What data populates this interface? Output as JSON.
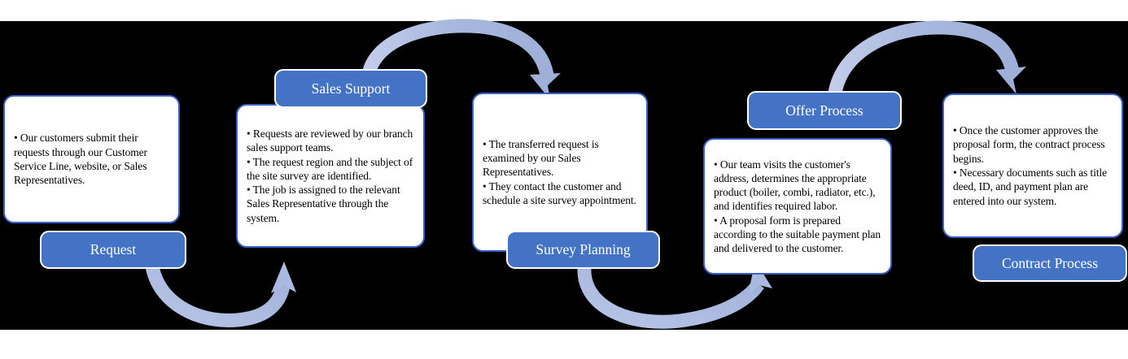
{
  "diagram": {
    "title": "Customer Request to Contract Process Flow",
    "background_color": "#000000",
    "page_color": "#ffffff",
    "accent_color": "#4472c4",
    "card_border_color": "#3a62c8",
    "arrow_color": "#a8b8de",
    "label_text_color": "#ffffff",
    "body_text_color": "#000000"
  },
  "steps": [
    {
      "id": "request",
      "label": "Request",
      "body": "• Our customers submit their requests through our Customer Service Line, website, or Sales Representatives.",
      "label_position": "below"
    },
    {
      "id": "sales-support",
      "label": "Sales Support",
      "body": "• Requests are reviewed by our branch sales support teams.\n• The request region and the subject of the site survey are identified.\n• The job is assigned to the relevant Sales Representative through the system.",
      "label_position": "above"
    },
    {
      "id": "survey-planning",
      "label": "Survey Planning",
      "body": "• The transferred request is examined by our Sales Representatives.\n• They contact the customer and schedule a site survey appointment.",
      "label_position": "below"
    },
    {
      "id": "offer-process",
      "label": "Offer Process",
      "body": "• Our team visits the customer's address, determines the appropriate product (boiler, combi, radiator, etc.), and identifies required labor.\n• A proposal form is prepared according to the suitable payment plan and delivered to the customer.",
      "label_position": "above"
    },
    {
      "id": "contract-process",
      "label": "Contract Process",
      "body": "• Once the customer approves the proposal form, the contract process begins.\n• Necessary documents such as title deed, ID, and payment plan are entered into our system.",
      "label_position": "below"
    }
  ],
  "connectors": [
    {
      "id": "request-to-sales-support",
      "from": "request",
      "to": "sales-support",
      "direction": "up",
      "shape": "curved-arc"
    },
    {
      "id": "sales-support-to-survey-planning",
      "from": "sales-support",
      "to": "survey-planning",
      "direction": "over",
      "shape": "curved-arc"
    },
    {
      "id": "survey-planning-to-offer-process",
      "from": "survey-planning",
      "to": "offer-process",
      "direction": "under",
      "shape": "curved-arc"
    },
    {
      "id": "offer-process-to-contract-process",
      "from": "offer-process",
      "to": "contract-process",
      "direction": "over",
      "shape": "curved-arc"
    }
  ]
}
